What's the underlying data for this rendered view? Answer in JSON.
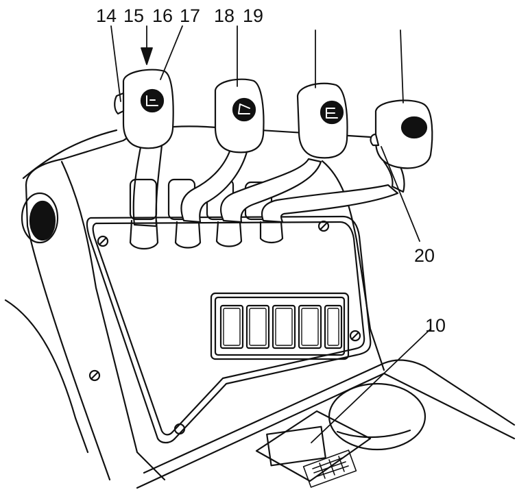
{
  "callouts": {
    "c14": "14",
    "c15": "15",
    "c16": "16",
    "c17": "17",
    "c18": "18",
    "c19": "19",
    "c20": "20",
    "c10": "10"
  }
}
